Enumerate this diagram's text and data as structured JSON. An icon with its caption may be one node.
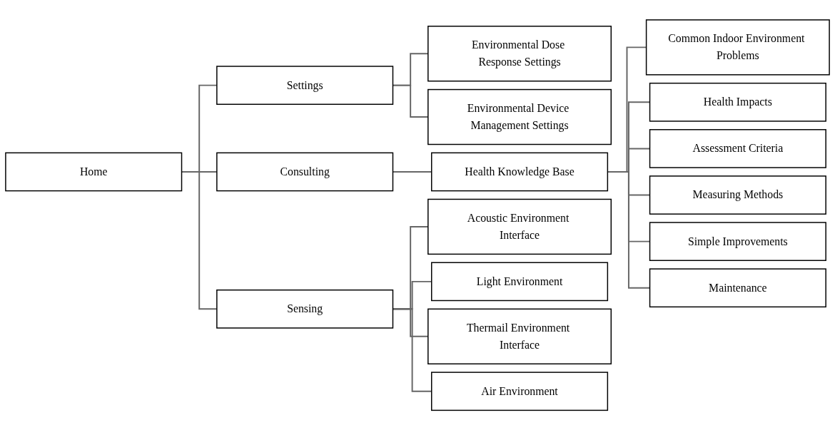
{
  "diagram": {
    "nodes": [
      {
        "text": [
          "Home"
        ]
      },
      {
        "text": [
          "Settings"
        ]
      },
      {
        "text": [
          "Consulting"
        ]
      },
      {
        "text": [
          "Sensing"
        ]
      },
      {
        "text": [
          "Environmental Dose Response Settings"
        ]
      },
      {
        "text": [
          "Environmental Device Management Settings"
        ]
      },
      {
        "text": [
          "Health Knowledge Base"
        ]
      },
      {
        "text": [
          "Acoustic Environment Interface"
        ]
      },
      {
        "text": [
          "Light Environment"
        ]
      },
      {
        "text": [
          "Thermail Environment Interface"
        ]
      },
      {
        "text": [
          "Air Environment"
        ]
      },
      {
        "text": [
          "Common Indoor Environment Problems"
        ]
      },
      {
        "text": [
          "Health Impacts"
        ]
      },
      {
        "text": [
          "Assessment Criteria"
        ]
      },
      {
        "text": [
          "Measuring Methods"
        ]
      },
      {
        "text": [
          "Simple Improvements"
        ]
      },
      {
        "text": [
          "Maintenance"
        ]
      }
    ],
    "edges": [
      {
        "from": 0,
        "to": 1,
        "arrow": "none"
      },
      {
        "from": 0,
        "to": 2,
        "arrow": "none"
      },
      {
        "from": 0,
        "to": 3,
        "arrow": "none"
      },
      {
        "from": 1,
        "to": 4,
        "arrow": "none"
      },
      {
        "from": 1,
        "to": 5,
        "arrow": "none"
      },
      {
        "from": 2,
        "to": 6,
        "arrow": "none"
      },
      {
        "from": 3,
        "to": 7,
        "arrow": "none"
      },
      {
        "from": 3,
        "to": 8,
        "arrow": "none"
      },
      {
        "from": 3,
        "to": 9,
        "arrow": "none"
      },
      {
        "from": 3,
        "to": 10,
        "arrow": "none"
      },
      {
        "from": 6,
        "to": 11,
        "arrow": "none"
      },
      {
        "from": 6,
        "to": 12,
        "arrow": "none"
      },
      {
        "from": 6,
        "to": 13,
        "arrow": "none"
      },
      {
        "from": 6,
        "to": 14,
        "arrow": "none"
      },
      {
        "from": 6,
        "to": 15,
        "arrow": "none"
      },
      {
        "from": 6,
        "to": 16,
        "arrow": "none"
      }
    ]
  }
}
